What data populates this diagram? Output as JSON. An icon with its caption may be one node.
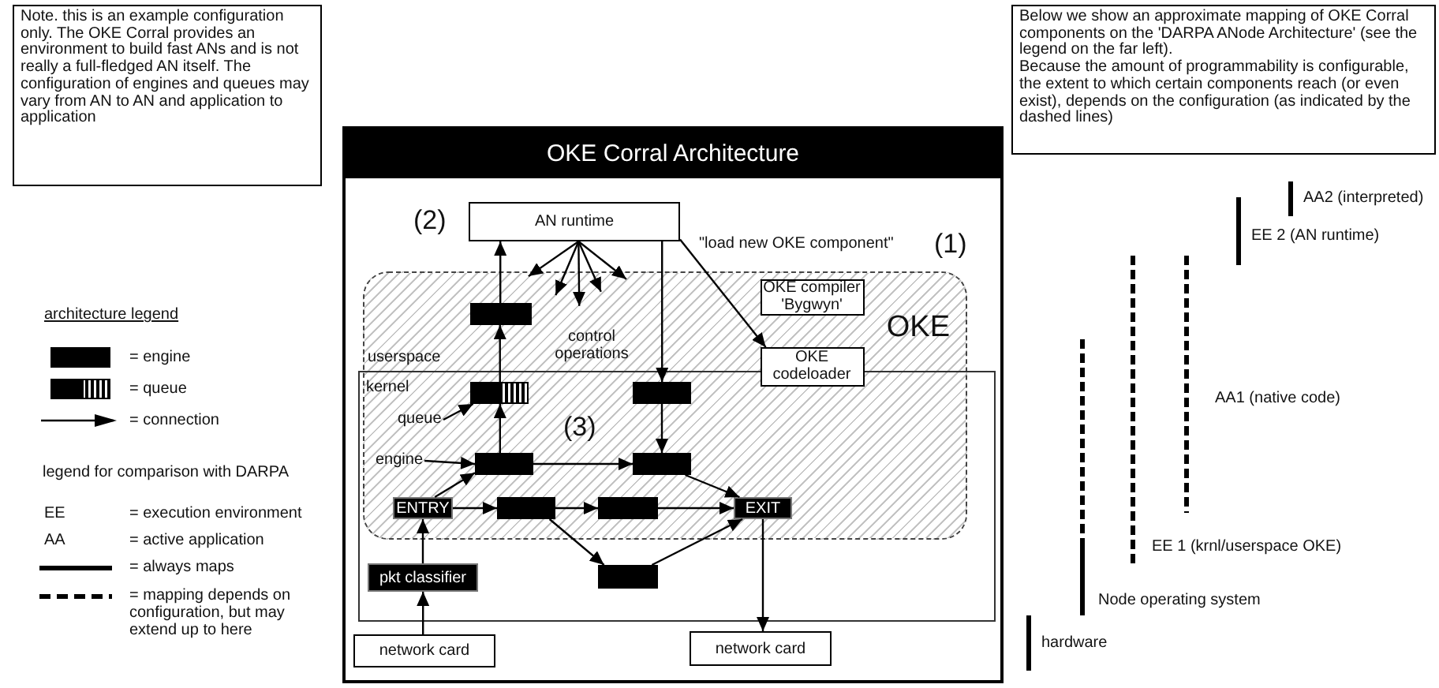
{
  "diagram": {
    "nodes": [
      {
        "text": [
          "Note. this is an example configuration only. The OKE Corral provides an environment to build fast ANs and is not really a full-fledged AN itself. The configuration of engines and queues may vary from AN to AN and application to application"
        ]
      },
      {
        "text": [
          "OKE Corral Architecture"
        ]
      },
      {
        "text": [
          "AN runtime"
        ],
        "in": 1
      },
      {
        "text": [
          "OKE"
        ],
        "in": 1
      },
      {
        "text": [
          "OKE compiler 'Bygwyn'"
        ],
        "in": 3
      },
      {
        "text": [
          "OKE codeloader"
        ],
        "in": 3
      },
      {
        "text": [
          "kernel"
        ],
        "in": 1
      },
      {
        "text": [],
        "shape": "box",
        "in": 3
      },
      {
        "text": [],
        "shape": "box"
      },
      {
        "text": [],
        "shape": "box"
      },
      {
        "text": [],
        "shape": "box"
      },
      {
        "text": [],
        "shape": "box"
      },
      {
        "text": [
          "ENTRY"
        ]
      },
      {
        "text": [],
        "shape": "box"
      },
      {
        "text": [],
        "shape": "box"
      },
      {
        "text": [
          "EXIT"
        ]
      },
      {
        "text": [],
        "shape": "box",
        "in": 6
      },
      {
        "text": [
          "pkt classifier"
        ],
        "in": 6
      },
      {
        "text": [
          "network card"
        ],
        "in": 1
      },
      {
        "text": [
          "network card"
        ],
        "in": 1
      },
      {
        "text": [
          "queue"
        ]
      },
      {
        "text": [
          "engine"
        ]
      },
      {
        "text": [
          "Below we show an approximate mapping of OKE Corral components on the 'DARPA ANode Architecture' (see the legend on the far left).",
          "Because the amount of programmability is configurable, the extent to which certain components reach (or even exist), depends on the configuration (as indicated by the dashed lines)"
        ]
      }
    ],
    "edges": [
      {
        "from": 18,
        "to": 17,
        "arrow": "to"
      },
      {
        "from": 17,
        "to": 12,
        "arrow": "to"
      },
      {
        "from": 12,
        "to": 10,
        "arrow": "to"
      },
      {
        "from": 12,
        "to": 13,
        "arrow": "to"
      },
      {
        "from": 13,
        "to": 14,
        "arrow": "to"
      },
      {
        "from": 14,
        "to": 15,
        "arrow": "to"
      },
      {
        "from": 13,
        "to": 16,
        "arrow": "to"
      },
      {
        "from": 16,
        "to": 15,
        "arrow": "to"
      },
      {
        "from": 10,
        "to": 11,
        "arrow": "to"
      },
      {
        "from": 11,
        "to": 15,
        "arrow": "to"
      },
      {
        "from": 15,
        "to": 19,
        "arrow": "to"
      },
      {
        "from": 10,
        "to": 8,
        "arrow": "to"
      },
      {
        "from": 8,
        "to": 7,
        "arrow": "to"
      },
      {
        "from": 7,
        "to": 2,
        "arrow": "to"
      },
      {
        "from": 2,
        "to": 9,
        "arrow": "to"
      },
      {
        "from": 9,
        "to": 11,
        "arrow": "to"
      },
      {
        "from": 2,
        "to": 5,
        "arrow": "to",
        "label": "\"load new OKE component\""
      },
      {
        "from": 2,
        "to": 3,
        "arrow": "to"
      },
      {
        "from": 2,
        "to": 3,
        "arrow": "to"
      },
      {
        "from": 2,
        "to": 3,
        "arrow": "to"
      },
      {
        "from": 2,
        "to": 3,
        "arrow": "to"
      },
      {
        "from": 2,
        "to": 3,
        "arrow": "to"
      },
      {
        "from": 20,
        "to": 8,
        "arrow": "to"
      },
      {
        "from": 21,
        "to": 10,
        "arrow": "to"
      }
    ],
    "labels": [
      "(2)",
      "(1)",
      "userspace",
      "control operations",
      "(3)",
      "architecture legend",
      "legend for comparison with DARPA",
      "EE",
      "AA",
      "AA2 (interpreted)",
      "EE 2 (AN runtime)",
      "AA1 (native code)",
      "EE 1 (krnl/userspace OKE)",
      "Node operating system",
      "hardware"
    ],
    "legend": [
      {
        "text": "= engine",
        "color": "#000000"
      },
      {
        "text": "= queue"
      },
      {
        "text": "= connection"
      },
      {
        "text": "= execution environment"
      },
      {
        "text": "= active application"
      },
      {
        "text": "= always maps"
      },
      {
        "text": "= mapping depends on configuration, but may extend up to here"
      }
    ]
  }
}
